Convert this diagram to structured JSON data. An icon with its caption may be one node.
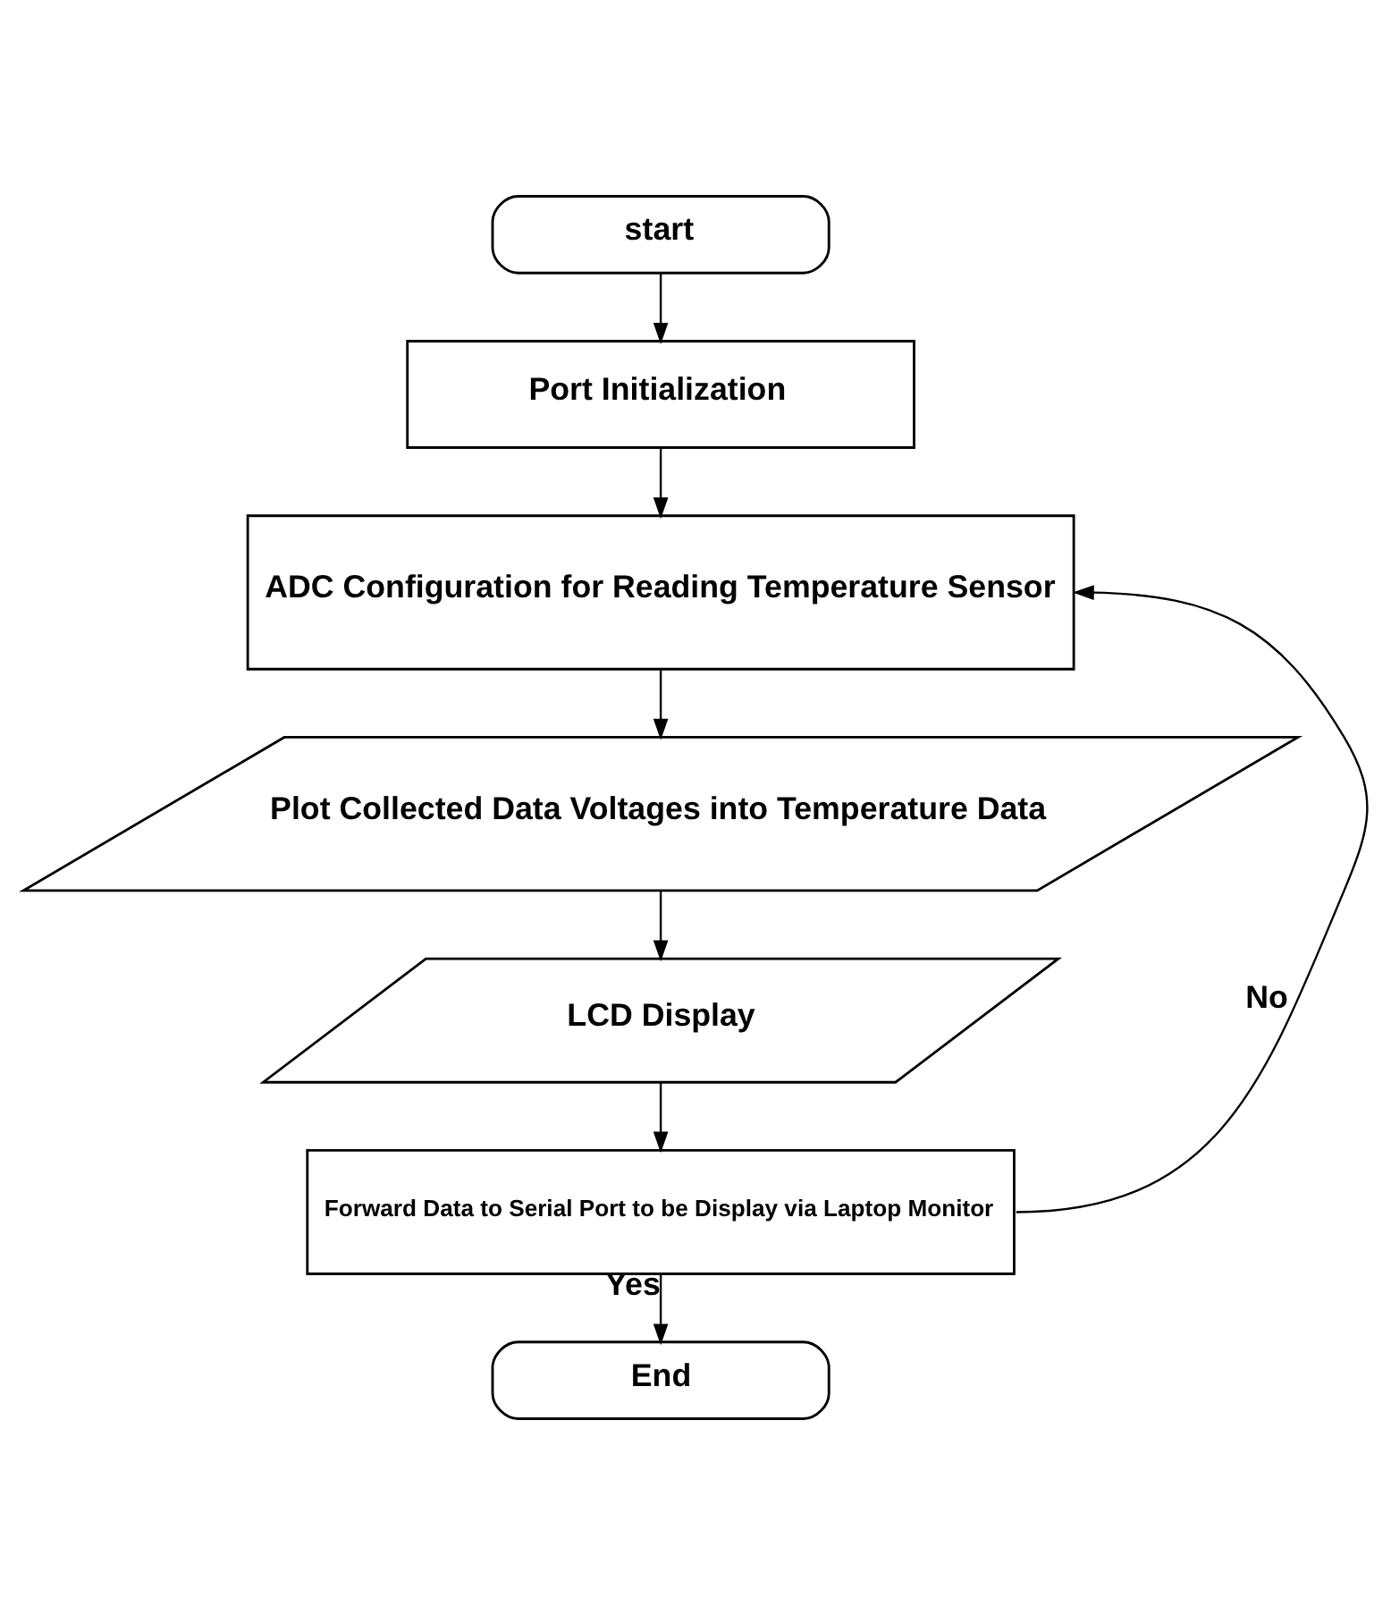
{
  "diagram": {
    "nodes": [
      {
        "text": [
          "start"
        ]
      },
      {
        "text": [
          "Port Initialization"
        ]
      },
      {
        "text": [
          "ADC Configuration for Reading Temperature Sensor"
        ]
      },
      {
        "text": [
          "Plot Collected Data Voltages into Temperature Data"
        ]
      },
      {
        "text": [
          "LCD Display"
        ]
      },
      {
        "text": [
          "Forward Data to Serial Port to be Display via Laptop Monitor"
        ]
      },
      {
        "text": [
          "End"
        ]
      }
    ],
    "edges": [
      {
        "from": 0,
        "to": 1,
        "arrow": "to"
      },
      {
        "from": 1,
        "to": 2,
        "arrow": "to"
      },
      {
        "from": 2,
        "to": 3,
        "arrow": "to"
      },
      {
        "from": 3,
        "to": 4,
        "arrow": "to"
      },
      {
        "from": 4,
        "to": 5,
        "arrow": "to"
      },
      {
        "from": 5,
        "to": 6,
        "arrow": "to",
        "label": "Yes"
      },
      {
        "from": 5,
        "to": 2,
        "arrow": "to",
        "label": "No"
      }
    ]
  }
}
